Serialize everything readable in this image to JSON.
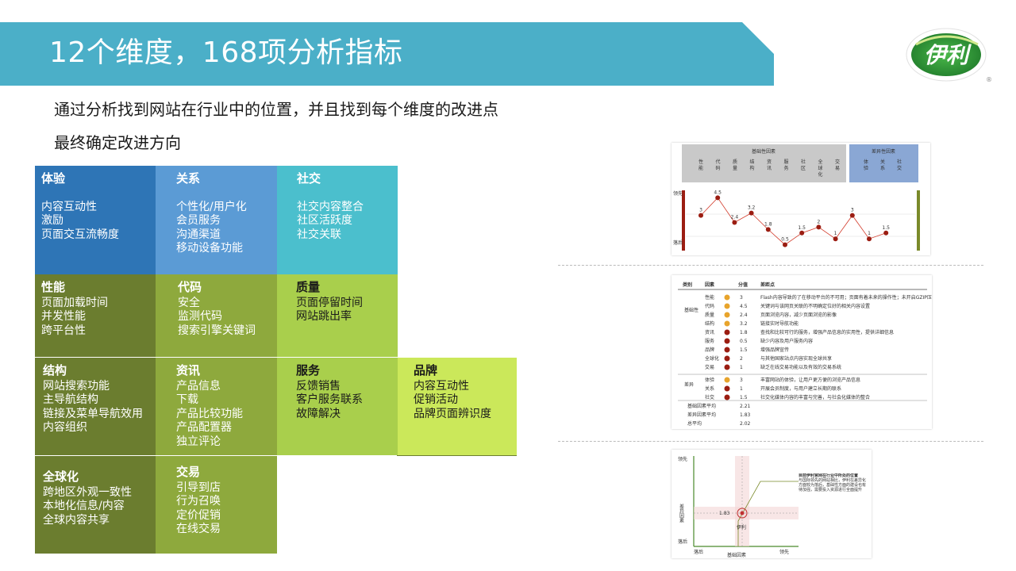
{
  "title": "12个维度，168项分析指标",
  "brand": {
    "logo_text": "伊利",
    "registered": "®"
  },
  "subtitle_lines": [
    "通过分析找到网站在行业中的位置，并且找到每个维度的改进点",
    "最终确定改进方向"
  ],
  "dimensions": {
    "tiyan": {
      "title": "体验",
      "items": [
        "内容互动性",
        "激励",
        "页面交互流畅度"
      ]
    },
    "guanxi": {
      "title": "关系",
      "items": [
        "个性化/用户化",
        "会员服务",
        "沟通渠道",
        "移动设备功能"
      ]
    },
    "shejiao": {
      "title": "社交",
      "items": [
        "社交内容整合",
        "社区活跃度",
        "社交关联"
      ]
    },
    "xingneng": {
      "title": "性能",
      "items": [
        "页面加载时间",
        "并发性能",
        "跨平台性"
      ]
    },
    "daima": {
      "title": "代码",
      "items": [
        "安全",
        "监测代码",
        "搜索引擎关键词"
      ]
    },
    "zhiliang": {
      "title": "质量",
      "items": [
        "页面停留时间",
        "网站跳出率"
      ]
    },
    "jiegou": {
      "title": "结构",
      "items": [
        "网站搜索功能",
        "主导航结构",
        "链接及菜单导航效用",
        "内容组织"
      ]
    },
    "zixun": {
      "title": "资讯",
      "items": [
        "产品信息",
        "下载",
        "产品比较功能",
        "产品配置器",
        "独立评论"
      ]
    },
    "fuwu": {
      "title": "服务",
      "items": [
        "反馈销售",
        "客户服务联系",
        "故障解决"
      ]
    },
    "pinpai": {
      "title": "品牌",
      "items": [
        "内容互动性",
        "促销活动",
        "品牌页面辨识度"
      ]
    },
    "quanqiu": {
      "title": "全球化",
      "items": [
        "跨地区外观一致性",
        "本地化信息/内容",
        "全球内容共享"
      ]
    },
    "jiaoyi": {
      "title": "交易",
      "items": [
        "引导到店",
        "行为召唤",
        "定价促销",
        "在线交易"
      ]
    }
  },
  "thumb1": {
    "header_left": "基础性因素",
    "header_right": "差异性因素",
    "cols_left": [
      "性能",
      "代码",
      "质量",
      "结构",
      "资讯",
      "服务",
      "社区",
      "全球化",
      "交易"
    ],
    "cols_right": [
      "体验",
      "关系",
      "社交"
    ],
    "axis_top": "领先",
    "axis_bottom": "落后",
    "chart_data": {
      "type": "line",
      "values": [
        3,
        4.5,
        2.4,
        3.2,
        1.8,
        0.5,
        1.5,
        2,
        1,
        3,
        1,
        1.5
      ],
      "labels": [
        "3",
        "4.5",
        "2.4",
        "3.2",
        "1.8",
        "0.5",
        "1.5",
        "2",
        "1",
        "3",
        "1",
        "1.5"
      ],
      "ylim": [
        0,
        5
      ]
    }
  },
  "thumb2": {
    "headers": [
      "类别",
      "因素",
      "分值",
      "差距点"
    ],
    "group_basic": "基础性",
    "group_diff": "差异",
    "rows": [
      {
        "factor": "性能",
        "score": "3",
        "gap": "Flash内容导致的了在移动平台的不可用；页面有着未来的操作性；未开启GZIP压缩"
      },
      {
        "factor": "代码",
        "score": "4.5",
        "gap": "关键词与该网页关联的不明确定位好的相关内容设置"
      },
      {
        "factor": "质量",
        "score": "2.4",
        "gap": "页面浏览内容，减少页面浏览的影像"
      },
      {
        "factor": "结构",
        "score": "3.2",
        "gap": "链接实时导航功能"
      },
      {
        "factor": "资讯",
        "score": "1.8",
        "gap": "查找和比较可行的服务，增强产品信息的实用性，提供详细信息"
      },
      {
        "factor": "服务",
        "score": "0.5",
        "gap": "缺少内容及用户服务内容"
      },
      {
        "factor": "品牌",
        "score": "1.5",
        "gap": "增强品牌宣传"
      },
      {
        "factor": "全球化",
        "score": "2",
        "gap": "与其他国家站点内容实现全球共享"
      },
      {
        "factor": "交易",
        "score": "1",
        "gap": "缺乏在线交易功能以及有效的交易系统"
      },
      {
        "factor": "体验",
        "score": "3",
        "gap": "丰富网站的体验，让用户更方便的浏览产品信息"
      },
      {
        "factor": "关系",
        "score": "1",
        "gap": "开展会员制度，与用户建立长期的联系"
      },
      {
        "factor": "社交",
        "score": "1.5",
        "gap": "社交化媒体内容的丰富与完善，与社会化媒体的整合"
      }
    ],
    "summary": [
      {
        "label": "基础因素平均",
        "value": "2.21"
      },
      {
        "label": "差异因素平均",
        "value": "1.83"
      },
      {
        "label": "总平均",
        "value": "2.02"
      }
    ],
    "colors": {
      "orange": "#e8a42c",
      "dark_red": "#9b1d12",
      "total_red": "#d03030"
    }
  },
  "thumb3": {
    "y_axis": "差异因素",
    "x_axis": "基础因素",
    "y_top": "领先",
    "y_bottom": "落后",
    "x_left": "落后",
    "x_right": "领先",
    "point_value": "1.83",
    "point_label": "伊利",
    "side_title": "目前伊利官网在行业中所处的位置",
    "side_text": "与国际领先的网站相比，伊利在差异化方面较为落后，基础性方面的建设也有待加强，需要投入资源进行全面提升"
  }
}
